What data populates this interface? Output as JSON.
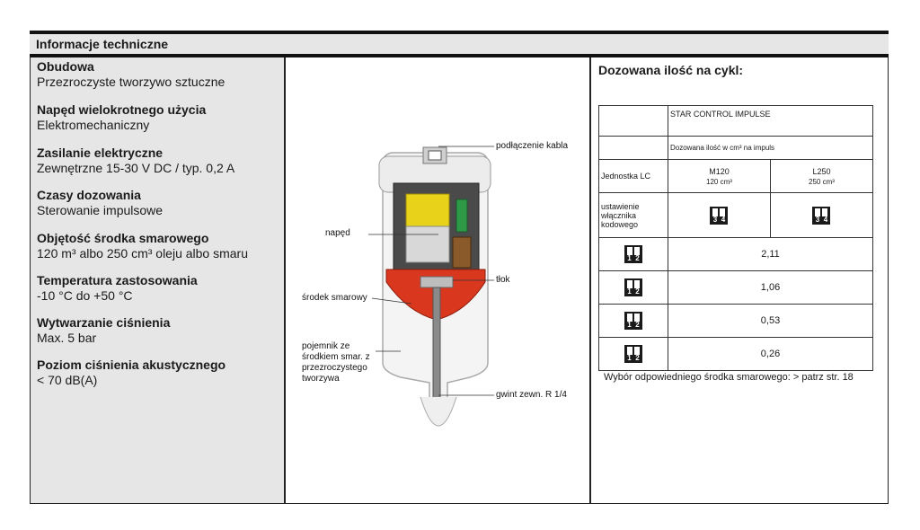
{
  "header": {
    "title": "Informacje techniczne"
  },
  "specs": [
    {
      "title": "Obudowa",
      "value": "Przezroczyste tworzywo sztuczne"
    },
    {
      "title": "Napęd wielokrotnego użycia",
      "value": "Elektromechaniczny"
    },
    {
      "title": "Zasilanie elektryczne",
      "value": "Zewnętrzne 15-30 V DC / typ. 0,2 A"
    },
    {
      "title": "Czasy dozowania",
      "value": "Sterowanie impulsowe"
    },
    {
      "title": "Objętość środka smarowego",
      "value": "120 m³ albo 250 cm³ oleju albo smaru"
    },
    {
      "title": "Temperatura zastosowania",
      "value": "-10 °C do +50 °C"
    },
    {
      "title": "Wytwarzanie ciśnienia",
      "value": "Max. 5 bar"
    },
    {
      "title": "Poziom ciśnienia akustycznego",
      "value": " < 70 dB(A)"
    }
  ],
  "diagram": {
    "labels": {
      "cable": "podłączenie kabla",
      "drive": "napęd",
      "piston": "tłok",
      "lubricant": "środek smarowy",
      "container": "pojemnik ze środkiem smar. z przezroczystego tworzywa",
      "thread": "gwint zewn. R 1/4"
    }
  },
  "dosing": {
    "title": "Dozowana ilość na cykl:",
    "product": "STAR CONTROL IMPULSE",
    "subheader": "Dozowana ilość w cm³ na impuls",
    "unit_label": "Jednostka LC",
    "units": [
      {
        "name": "M120",
        "volume": "120 cm³",
        "switch_digits": [
          "3",
          "4"
        ]
      },
      {
        "name": "L250",
        "volume": "250 cm³",
        "switch_digits": [
          "3",
          "4"
        ]
      }
    ],
    "switch_setting_label": "ustawienie włącznika kodowego",
    "rows": [
      {
        "switch_digits": [
          "1",
          "2"
        ],
        "value": "2,11"
      },
      {
        "switch_digits": [
          "1",
          "2"
        ],
        "value": "1,06"
      },
      {
        "switch_digits": [
          "1",
          "2"
        ],
        "value": "0,53"
      },
      {
        "switch_digits": [
          "1",
          "2"
        ],
        "value": "0,26"
      }
    ],
    "note": "Wybór odpowiedniego środka smarowego: > patrz str. 18"
  },
  "colors": {
    "header_bg": "#e6e6e6",
    "lubricant_red": "#d9381e",
    "drive_yellow": "#e8d21a"
  }
}
